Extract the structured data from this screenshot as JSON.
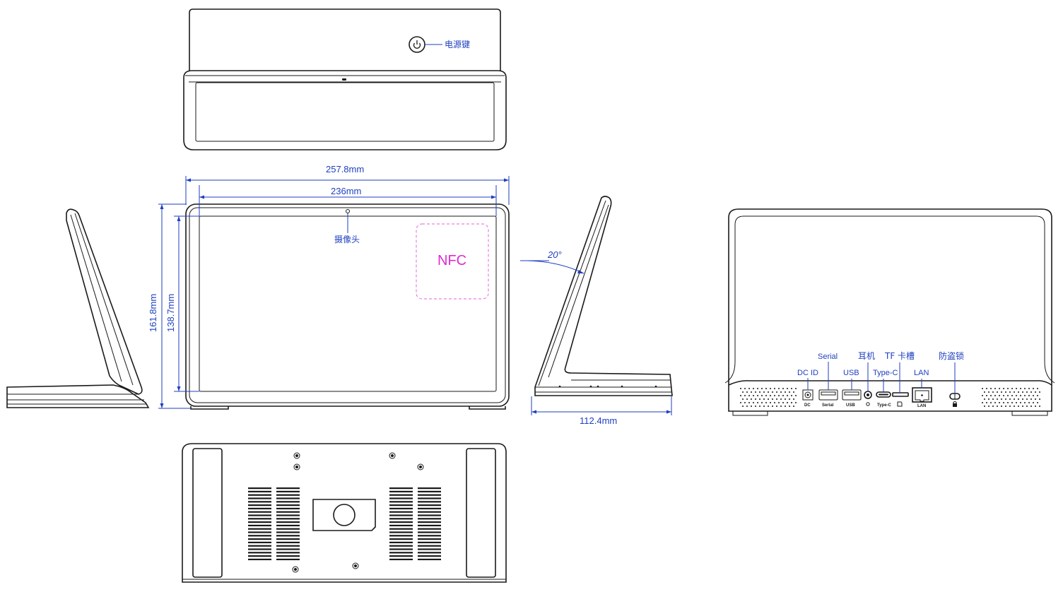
{
  "labels": {
    "power_key": "电源键",
    "camera": "摄像头",
    "nfc": "NFC",
    "width_outer": "257.8mm",
    "width_inner": "236mm",
    "height_outer": "161.8mm",
    "height_inner": "138.7mm",
    "depth": "112.4mm",
    "angle": "20°"
  },
  "ports": {
    "dc_id": "DC ID",
    "serial": "Serial",
    "usb": "USB",
    "earphone": "耳机",
    "tf_slot": "TF 卡槽",
    "type_c": "Type-C",
    "lan": "LAN",
    "anti_theft": "防盗锁"
  },
  "port_marks": {
    "dc": "DC",
    "serial": "Serial",
    "usb": "USB",
    "type_c": "Type-C",
    "lan": "LAN"
  },
  "colors": {
    "dimension": "#1f3fbf",
    "nfc": "#e02ad0",
    "outline": "#1a1a1a"
  }
}
